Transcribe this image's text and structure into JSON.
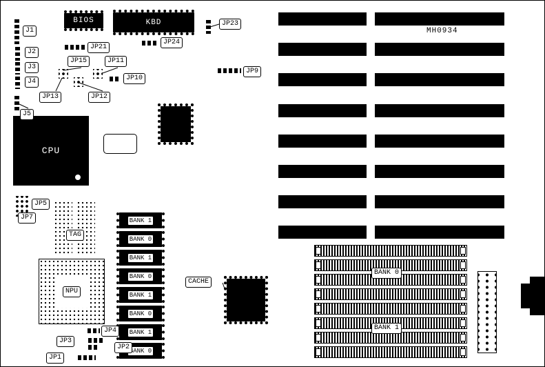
{
  "board": {
    "part_number": "MH0934"
  },
  "chips": {
    "bios": "BIOS",
    "kbd": "KBD",
    "cpu": "CPU",
    "npu": "NPU",
    "tag": "TAG",
    "cache": "CACHE"
  },
  "labels": {
    "j1": "J1",
    "j2": "J2",
    "j3": "J3",
    "j4": "J4",
    "j5": "J5",
    "jp1": "JP1",
    "jp2": "JP2",
    "jp3": "JP3",
    "jp4": "JP4",
    "jp5": "JP5",
    "jp7": "JP7",
    "jp9": "JP9",
    "jp10": "JP10",
    "jp11": "JP11",
    "jp12": "JP12",
    "jp13": "JP13",
    "jp15": "JP15",
    "jp21": "JP21",
    "jp23": "JP23",
    "jp24": "JP24"
  },
  "cache_banks": [
    "BANK 1",
    "BANK 0",
    "BANK 1",
    "BANK 0",
    "BANK 1",
    "BANK 0",
    "BANK 1",
    "BANK 0"
  ],
  "simm": {
    "bank0": "BANK 0",
    "bank1": "BANK 1"
  },
  "colors": {
    "silkscreen": "#000000",
    "board": "#ffffff"
  }
}
